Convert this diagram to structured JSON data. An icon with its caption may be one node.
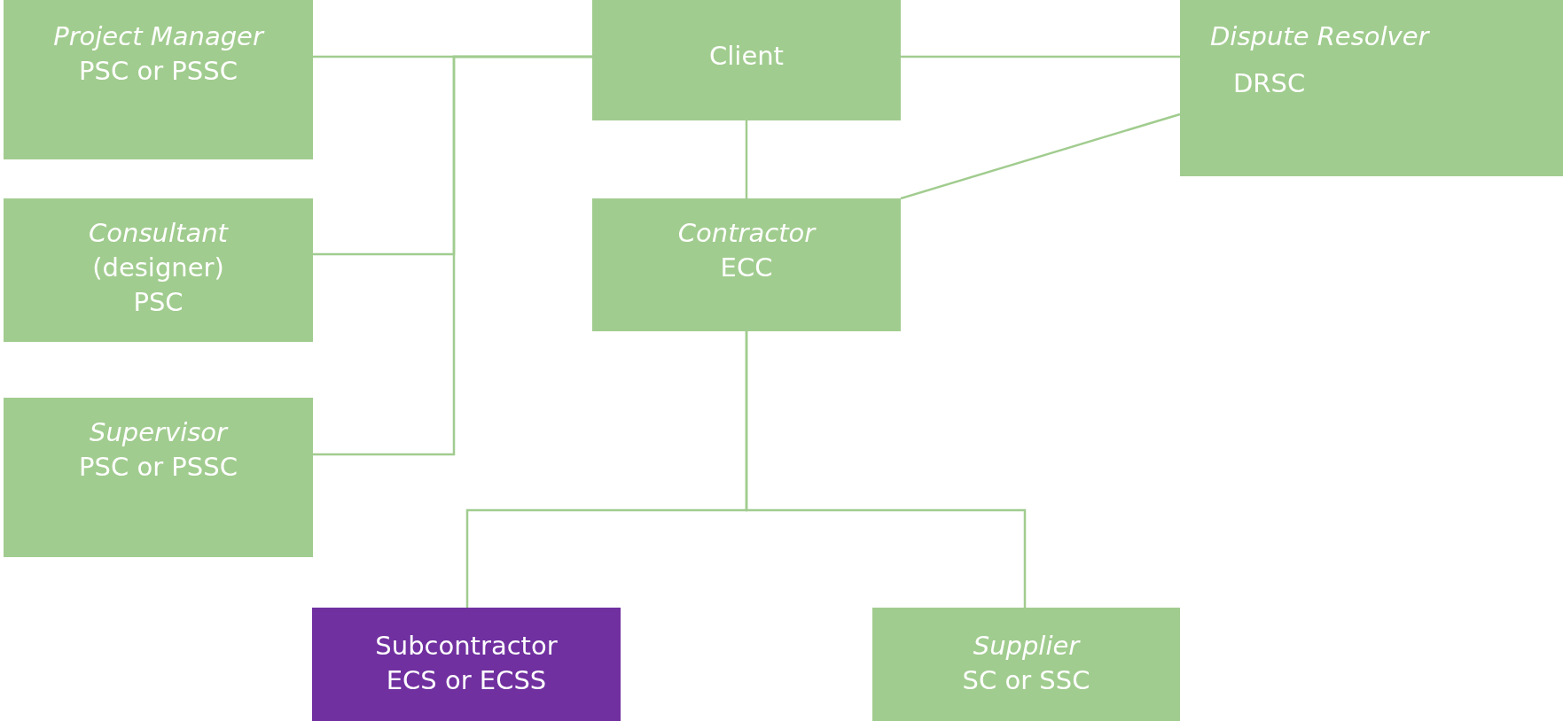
{
  "diagram": {
    "nodes": [
      {
        "text": [
          "Project Manager",
          "PSC or PSSC"
        ]
      },
      {
        "text": [
          "Client"
        ]
      },
      {
        "text": [
          "Dispute Resolver",
          "DRSC"
        ]
      },
      {
        "text": [
          "Consultant",
          "(designer) PSC"
        ]
      },
      {
        "text": [
          "Contractor",
          "ECC"
        ]
      },
      {
        "text": [
          "Supervisor",
          "PSC or PSSC"
        ]
      },
      {
        "text": [
          "Subcontractor ECS or ECSS"
        ]
      },
      {
        "text": [
          "Supplier",
          "SC or SSC"
        ]
      }
    ],
    "edges": [
      {
        "from": 0,
        "to": 1,
        "arrow": "none"
      },
      {
        "from": 3,
        "to": 1,
        "arrow": "none"
      },
      {
        "from": 5,
        "to": 1,
        "arrow": "none"
      },
      {
        "from": 1,
        "to": 2,
        "arrow": "none"
      },
      {
        "from": 1,
        "to": 4,
        "arrow": "none"
      },
      {
        "from": 2,
        "to": 4,
        "arrow": "none"
      },
      {
        "from": 4,
        "to": 6,
        "arrow": "none"
      },
      {
        "from": 4,
        "to": 7,
        "arrow": "none"
      }
    ]
  }
}
